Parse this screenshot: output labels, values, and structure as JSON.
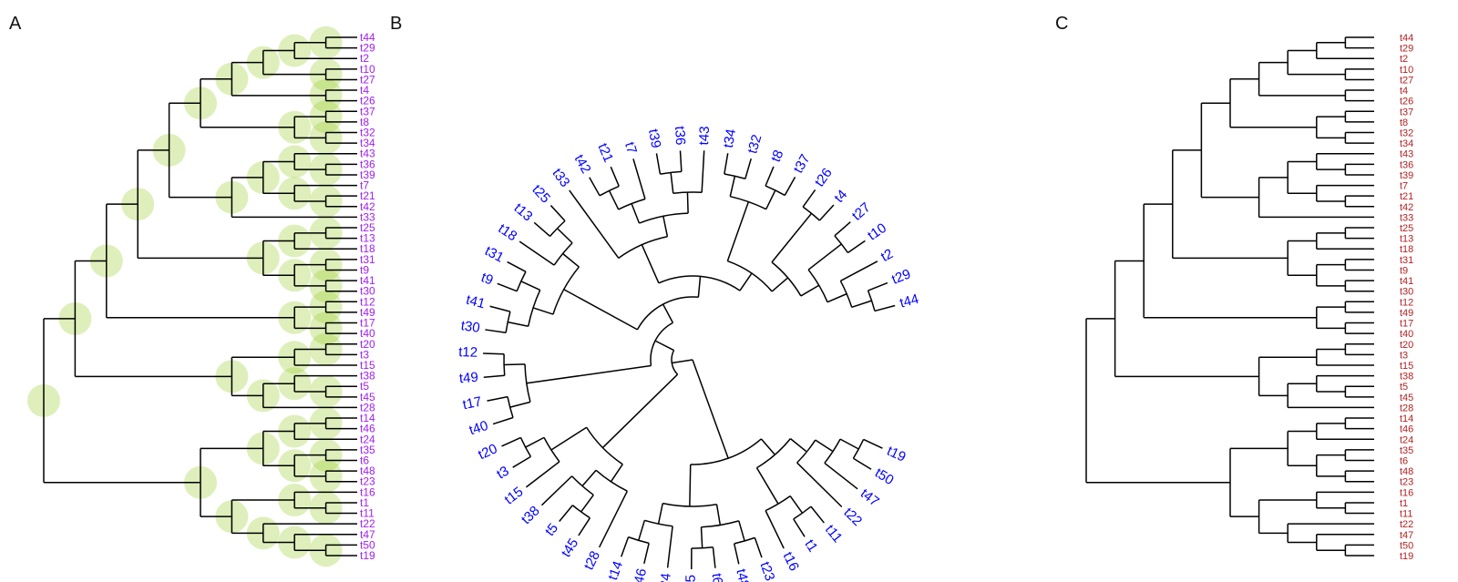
{
  "panels": {
    "a": {
      "label": "A"
    },
    "b": {
      "label": "B"
    },
    "c": {
      "label": "C"
    }
  },
  "colors": {
    "tip_a": "#a020f0",
    "tip_b": "#0000ff",
    "tip_c": "#b22222",
    "node_circle": "#9acd32",
    "edge": "#000000"
  },
  "tree": {
    "tips": [
      "t44",
      "t29",
      "t2",
      "t10",
      "t27",
      "t4",
      "t26",
      "t37",
      "t8",
      "t32",
      "t34",
      "t43",
      "t36",
      "t39",
      "t7",
      "t21",
      "t42",
      "t33",
      "t25",
      "t13",
      "t18",
      "t31",
      "t9",
      "t41",
      "t30",
      "t12",
      "t49",
      "t17",
      "t40",
      "t20",
      "t3",
      "t15",
      "t38",
      "t5",
      "t45",
      "t28",
      "t14",
      "t46",
      "t24",
      "t35",
      "t6",
      "t48",
      "t23",
      "t16",
      "t1",
      "t11",
      "t22",
      "t47",
      "t50",
      "t19"
    ],
    "newick": "((((((((((t44,t29),t2),(t10,t27)),(t4,t26)),((t37,t8),(t32,t34))),(((t43,(t36,t39)),(t7,(t21,t42))),t33)),(((t25,t13),t18),((t31,t9),(t41,t30)))),((t12,t49),(t17,t40))),(((t20,t3),t15),((t38,(t5,t45)),t28))),((((t14,t46),t24),((t35,t6),(t48,t23))),((t16,(t1,t11)),(t22,(t47,(t50,t19))))));"
  }
}
